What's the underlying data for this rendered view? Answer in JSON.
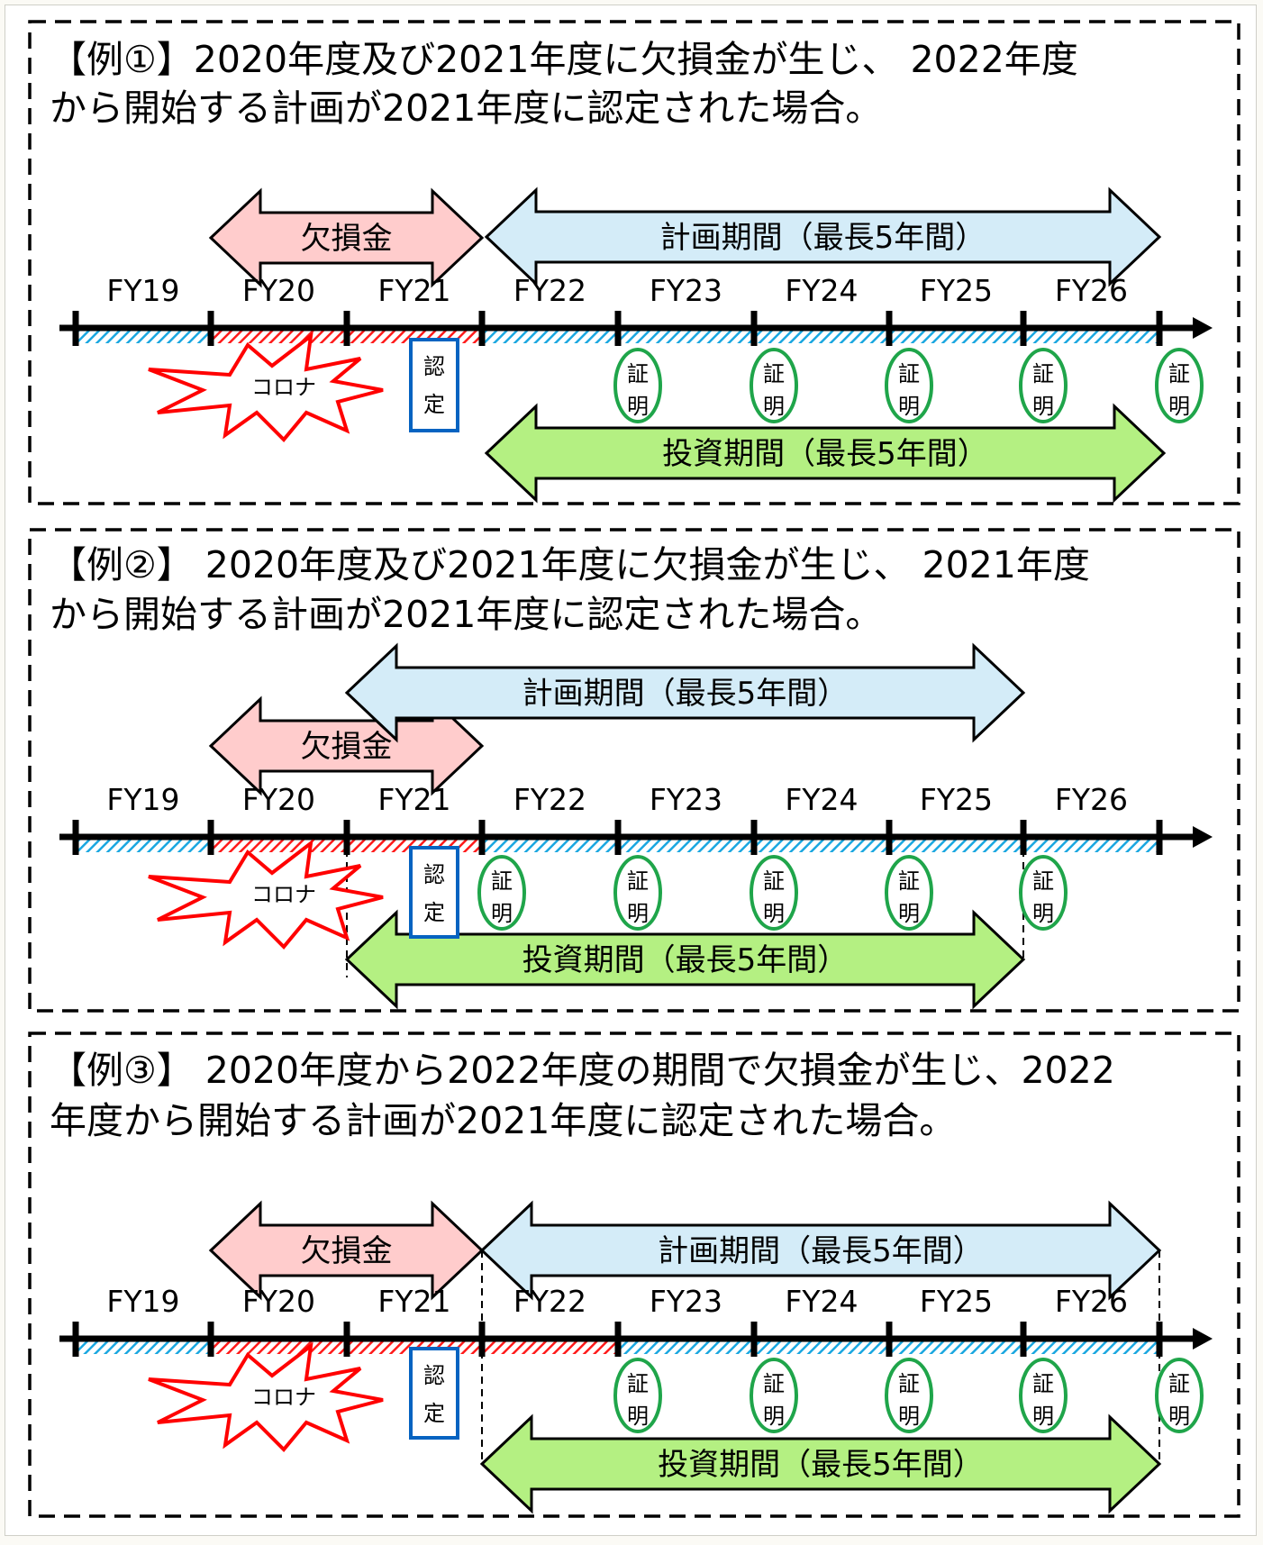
{
  "examples": [
    {
      "id": "example-1",
      "title_lines": [
        "【例①】2020年度及び2021年度に欠損金が生じ、 2022年度",
        "から開始する計画が2021年度に認定された場合。"
      ],
      "loss_arrow": {
        "label": "欠損金",
        "from_fy": "FY20",
        "to_fy": "FY21"
      },
      "plan_arrow": {
        "label": "計画期間（最長5年間）",
        "from_fy": "FY22",
        "to_fy": "FY26"
      },
      "invest_arrow": {
        "label": "投資期間（最長5年間）",
        "from_fy": "FY22",
        "to_fy": "FY26"
      },
      "loss_years": [
        "FY20",
        "FY21"
      ],
      "certify_year": "FY21",
      "proof_boundaries": [
        "FY23",
        "FY24",
        "FY25",
        "FY26",
        "END"
      ]
    },
    {
      "id": "example-2",
      "title_lines": [
        "【例②】 2020年度及び2021年度に欠損金が生じ、 2021年度",
        "から開始する計画が2021年度に認定された場合。"
      ],
      "loss_arrow": {
        "label": "欠損金",
        "from_fy": "FY20",
        "to_fy": "FY21"
      },
      "plan_arrow": {
        "label": "計画期間（最長5年間）",
        "from_fy": "FY21",
        "to_fy": "FY25"
      },
      "invest_arrow": {
        "label": "投資期間（最長5年間）",
        "from_fy": "FY21",
        "to_fy": "FY25"
      },
      "loss_years": [
        "FY20",
        "FY21"
      ],
      "certify_year": "FY21",
      "proof_boundaries": [
        "FY22",
        "FY23",
        "FY24",
        "FY25",
        "FY26"
      ]
    },
    {
      "id": "example-3",
      "title_lines": [
        "【例③】 2020年度から2022年度の期間で欠損金が生じ、2022",
        "年度から開始する計画が2021年度に認定された場合。"
      ],
      "loss_arrow": {
        "label": "欠損金",
        "from_fy": "FY20",
        "to_fy": "FY21"
      },
      "plan_arrow": {
        "label": "計画期間（最長5年間）",
        "from_fy": "FY22",
        "to_fy": "FY26"
      },
      "invest_arrow": {
        "label": "投資期間（最長5年間）",
        "from_fy": "FY22",
        "to_fy": "FY26"
      },
      "loss_years": [
        "FY20",
        "FY21",
        "FY22"
      ],
      "certify_year": "FY21",
      "proof_boundaries": [
        "FY23",
        "FY24",
        "FY25",
        "FY26",
        "END"
      ]
    }
  ],
  "fiscal_years": [
    "FY19",
    "FY20",
    "FY21",
    "FY22",
    "FY23",
    "FY24",
    "FY25",
    "FY26"
  ],
  "labels": {
    "corona": "コロナ",
    "certify": [
      "認",
      "定"
    ],
    "proof": [
      "証",
      "明"
    ]
  },
  "colors": {
    "loss_fill": "#ffcccc",
    "plan_fill": "#d4ecf8",
    "invest_fill": "#b4f082",
    "loss_hatch": "#ff1a1a",
    "normal_hatch": "#1aa7e0",
    "corona_stroke": "#ff0000",
    "certify_border": "#0563c1",
    "proof_border": "#1fa54a"
  }
}
